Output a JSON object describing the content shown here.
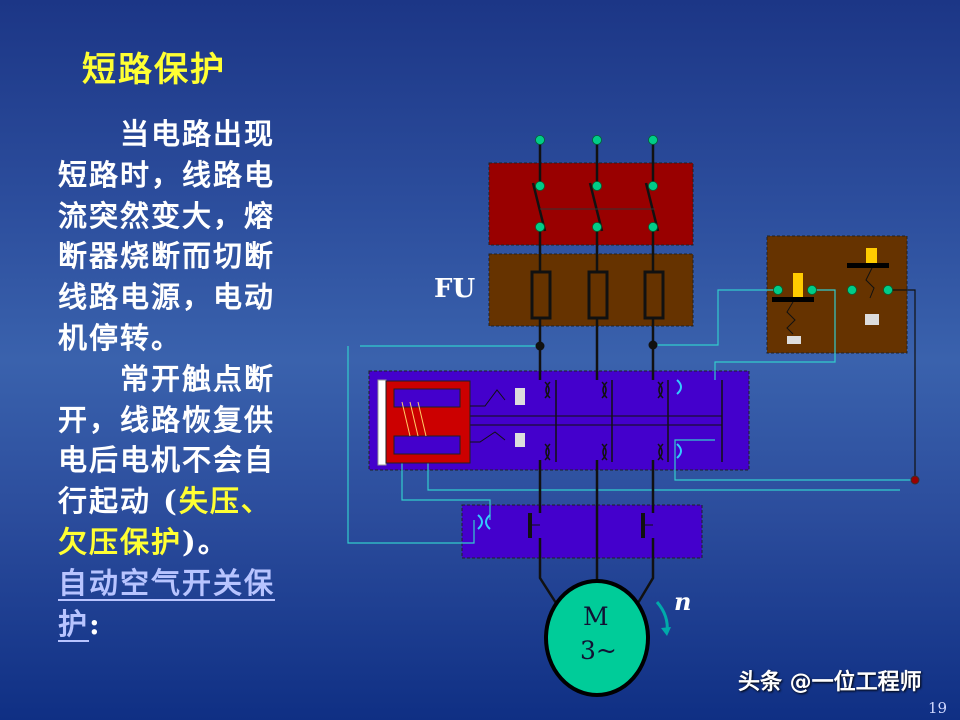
{
  "slide": {
    "title": "短路保护",
    "paragraph1": [
      "当电路出现",
      "短路时，线路电",
      "流突然变大，熔",
      "断器烧断而切断",
      "线路电源，电动",
      "机停转。"
    ],
    "paragraph2": [
      "常开触点断",
      "开，线路恢复供",
      "电后电机不会自"
    ],
    "line_mixed": {
      "before": "行起动 (",
      "highlight": "失压、"
    },
    "line_mixed2": {
      "highlight": "欠压保护",
      "after": ")。"
    },
    "link_text": [
      "自动空气开关保",
      "护"
    ],
    "link_suffix": ":",
    "page_number": "19",
    "highlight_color": "#ffff33"
  },
  "diagram": {
    "fuse_label": "FU",
    "motor_label": "M",
    "motor_phase": "3~",
    "rotation_label": "n",
    "colors": {
      "switch_box": "#990000",
      "fuse_box": "#663300",
      "breaker_box": "#4400cc",
      "motor": "#00cc99",
      "wire_control": "#33cccc",
      "terminal": "#00cc88"
    }
  },
  "watermark": "头条 @一位工程师"
}
